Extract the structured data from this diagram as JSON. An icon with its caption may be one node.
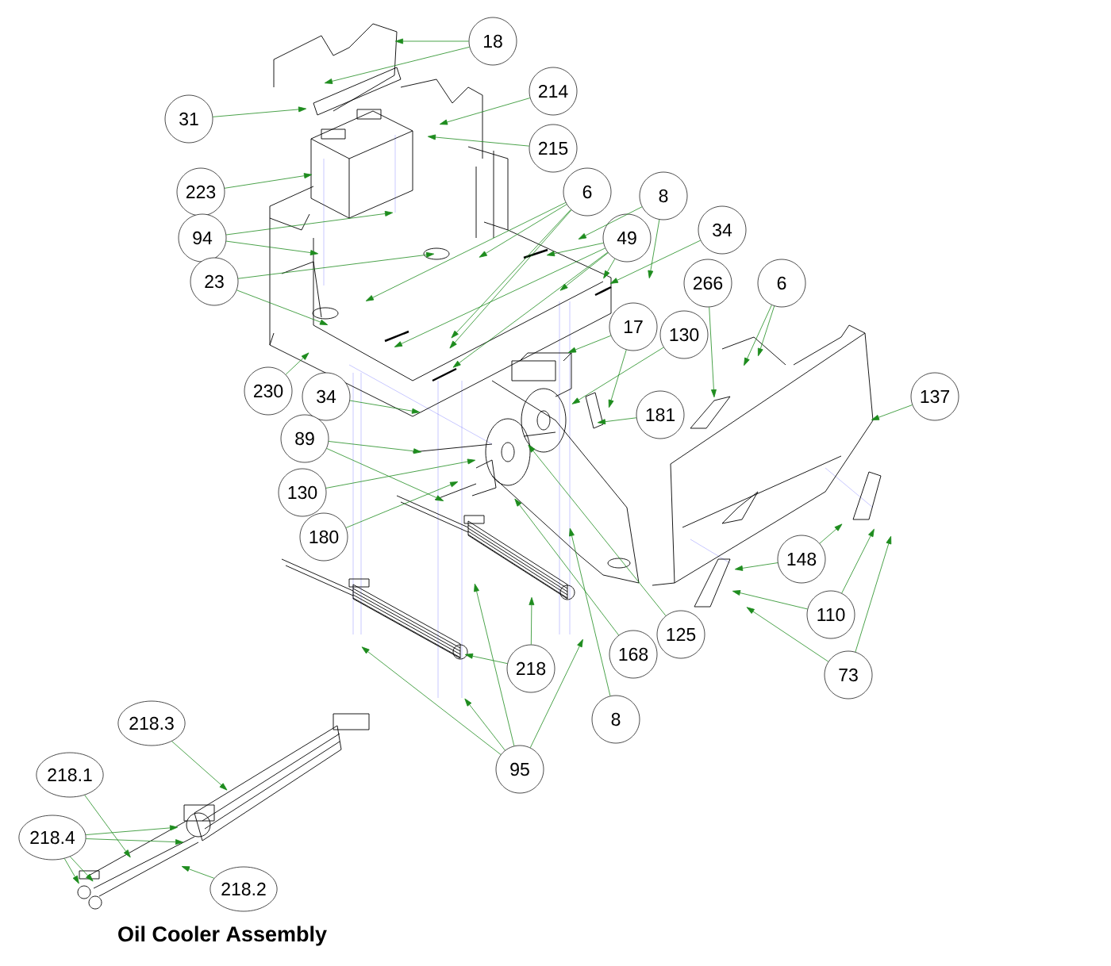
{
  "diagram": {
    "caption": "Oil Cooler Assembly",
    "nodes": [
      {
        "text": [
          "18"
        ]
      },
      {
        "text": [
          "214"
        ]
      },
      {
        "text": [
          "31"
        ]
      },
      {
        "text": [
          "215"
        ]
      },
      {
        "text": [
          "223"
        ]
      },
      {
        "text": [
          "6"
        ]
      },
      {
        "text": [
          "8"
        ]
      },
      {
        "text": [
          "94"
        ]
      },
      {
        "text": [
          "49"
        ]
      },
      {
        "text": [
          "34"
        ]
      },
      {
        "text": [
          "23"
        ]
      },
      {
        "text": [
          "266"
        ]
      },
      {
        "text": [
          "6"
        ]
      },
      {
        "text": [
          "17"
        ]
      },
      {
        "text": [
          "130"
        ]
      },
      {
        "text": [
          "181"
        ]
      },
      {
        "text": [
          "230"
        ]
      },
      {
        "text": [
          "34"
        ]
      },
      {
        "text": [
          "137"
        ]
      },
      {
        "text": [
          "89"
        ]
      },
      {
        "text": [
          "130"
        ]
      },
      {
        "text": [
          "180"
        ]
      },
      {
        "text": [
          "148"
        ]
      },
      {
        "text": [
          "110"
        ]
      },
      {
        "text": [
          "125"
        ]
      },
      {
        "text": [
          "168"
        ]
      },
      {
        "text": [
          "218"
        ]
      },
      {
        "text": [
          "73"
        ]
      },
      {
        "text": [
          "8"
        ]
      },
      {
        "text": [
          "95"
        ]
      },
      {
        "text": [
          "218.3"
        ]
      },
      {
        "text": [
          "218.1"
        ]
      },
      {
        "text": [
          "218.4"
        ]
      },
      {
        "text": [
          "218.2"
        ]
      }
    ],
    "edges": [
      {
        "from": 0,
        "to": null,
        "arrow": "to"
      },
      {
        "from": 0,
        "to": null,
        "arrow": "to"
      },
      {
        "from": 1,
        "to": null,
        "arrow": "to"
      },
      {
        "from": 2,
        "to": null,
        "arrow": "to"
      },
      {
        "from": 3,
        "to": null,
        "arrow": "to"
      },
      {
        "from": 4,
        "to": null,
        "arrow": "to"
      },
      {
        "from": 5,
        "to": null,
        "arrow": "to"
      },
      {
        "from": 5,
        "to": null,
        "arrow": "to"
      },
      {
        "from": 5,
        "to": null,
        "arrow": "to"
      },
      {
        "from": 5,
        "to": null,
        "arrow": "to"
      },
      {
        "from": 6,
        "to": null,
        "arrow": "to"
      },
      {
        "from": 6,
        "to": null,
        "arrow": "to"
      },
      {
        "from": 7,
        "to": null,
        "arrow": "to"
      },
      {
        "from": 7,
        "to": null,
        "arrow": "to"
      },
      {
        "from": 8,
        "to": null,
        "arrow": "to"
      },
      {
        "from": 8,
        "to": null,
        "arrow": "to"
      },
      {
        "from": 8,
        "to": null,
        "arrow": "to"
      },
      {
        "from": 8,
        "to": null,
        "arrow": "to"
      },
      {
        "from": 8,
        "to": null,
        "arrow": "to"
      },
      {
        "from": 9,
        "to": null,
        "arrow": "to"
      },
      {
        "from": 10,
        "to": null,
        "arrow": "to"
      },
      {
        "from": 10,
        "to": null,
        "arrow": "to"
      },
      {
        "from": 11,
        "to": null,
        "arrow": "to"
      },
      {
        "from": 12,
        "to": null,
        "arrow": "to"
      },
      {
        "from": 12,
        "to": null,
        "arrow": "to"
      },
      {
        "from": 13,
        "to": null,
        "arrow": "to"
      },
      {
        "from": 13,
        "to": null,
        "arrow": "to"
      },
      {
        "from": 14,
        "to": null,
        "arrow": "to"
      },
      {
        "from": 15,
        "to": null,
        "arrow": "to"
      },
      {
        "from": 16,
        "to": null,
        "arrow": "to"
      },
      {
        "from": 17,
        "to": null,
        "arrow": "to"
      },
      {
        "from": 18,
        "to": null,
        "arrow": "to"
      },
      {
        "from": 19,
        "to": null,
        "arrow": "to"
      },
      {
        "from": 19,
        "to": null,
        "arrow": "to"
      },
      {
        "from": 20,
        "to": null,
        "arrow": "to"
      },
      {
        "from": 21,
        "to": null,
        "arrow": "to"
      },
      {
        "from": 22,
        "to": null,
        "arrow": "to"
      },
      {
        "from": 22,
        "to": null,
        "arrow": "to"
      },
      {
        "from": 23,
        "to": null,
        "arrow": "to"
      },
      {
        "from": 23,
        "to": null,
        "arrow": "to"
      },
      {
        "from": 24,
        "to": null,
        "arrow": "to"
      },
      {
        "from": 25,
        "to": null,
        "arrow": "to"
      },
      {
        "from": 26,
        "to": null,
        "arrow": "to"
      },
      {
        "from": 26,
        "to": null,
        "arrow": "to"
      },
      {
        "from": 27,
        "to": null,
        "arrow": "to"
      },
      {
        "from": 27,
        "to": null,
        "arrow": "to"
      },
      {
        "from": 28,
        "to": null,
        "arrow": "to"
      },
      {
        "from": 29,
        "to": null,
        "arrow": "to"
      },
      {
        "from": 29,
        "to": null,
        "arrow": "to"
      },
      {
        "from": 29,
        "to": null,
        "arrow": "to"
      },
      {
        "from": 29,
        "to": null,
        "arrow": "to"
      },
      {
        "from": 30,
        "to": null,
        "arrow": "to"
      },
      {
        "from": 31,
        "to": null,
        "arrow": "to"
      },
      {
        "from": 32,
        "to": null,
        "arrow": "to"
      },
      {
        "from": 32,
        "to": null,
        "arrow": "to"
      },
      {
        "from": 32,
        "to": null,
        "arrow": "to"
      },
      {
        "from": 32,
        "to": null,
        "arrow": "to"
      },
      {
        "from": 33,
        "to": null,
        "arrow": "to"
      }
    ]
  }
}
